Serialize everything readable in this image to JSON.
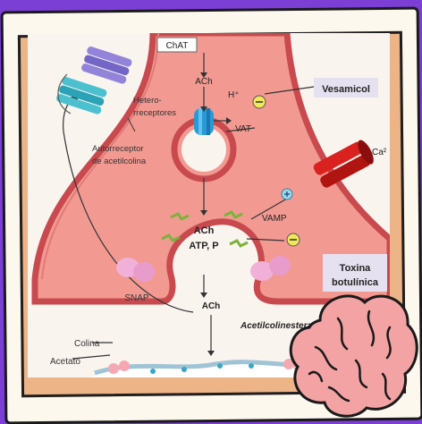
{
  "labels": {
    "chat": "ChAT",
    "ach_top": "ACh",
    "h_plus": "H⁺",
    "hetero": "Hetero-",
    "receptores": "rreceptores",
    "vesamicol": "Vesamicol",
    "vat": "VAT",
    "autorreceptor_1": "Autorreceptor",
    "autorreceptor_2": "de acetilcolina",
    "ca": "Ca²",
    "vamp": "VAMP",
    "ach_vesicle": "ACh",
    "atp_p": "ATP, P",
    "toxina_1": "Toxina",
    "toxina_2": "botulínica",
    "snap": "SNAP",
    "ach_cleft": "ACh",
    "acetilcolinesterasa": "Acetilcolinesterasa",
    "colina": "Colina",
    "acetato": "Acetato"
  },
  "colors": {
    "terminal_fill": "#f29a92",
    "membrane": "#c94a4e",
    "background_panel": "#faf4ef",
    "frame": "#ecb487",
    "brain": "#f3a3a3"
  },
  "icons": [
    "brain-icon"
  ]
}
